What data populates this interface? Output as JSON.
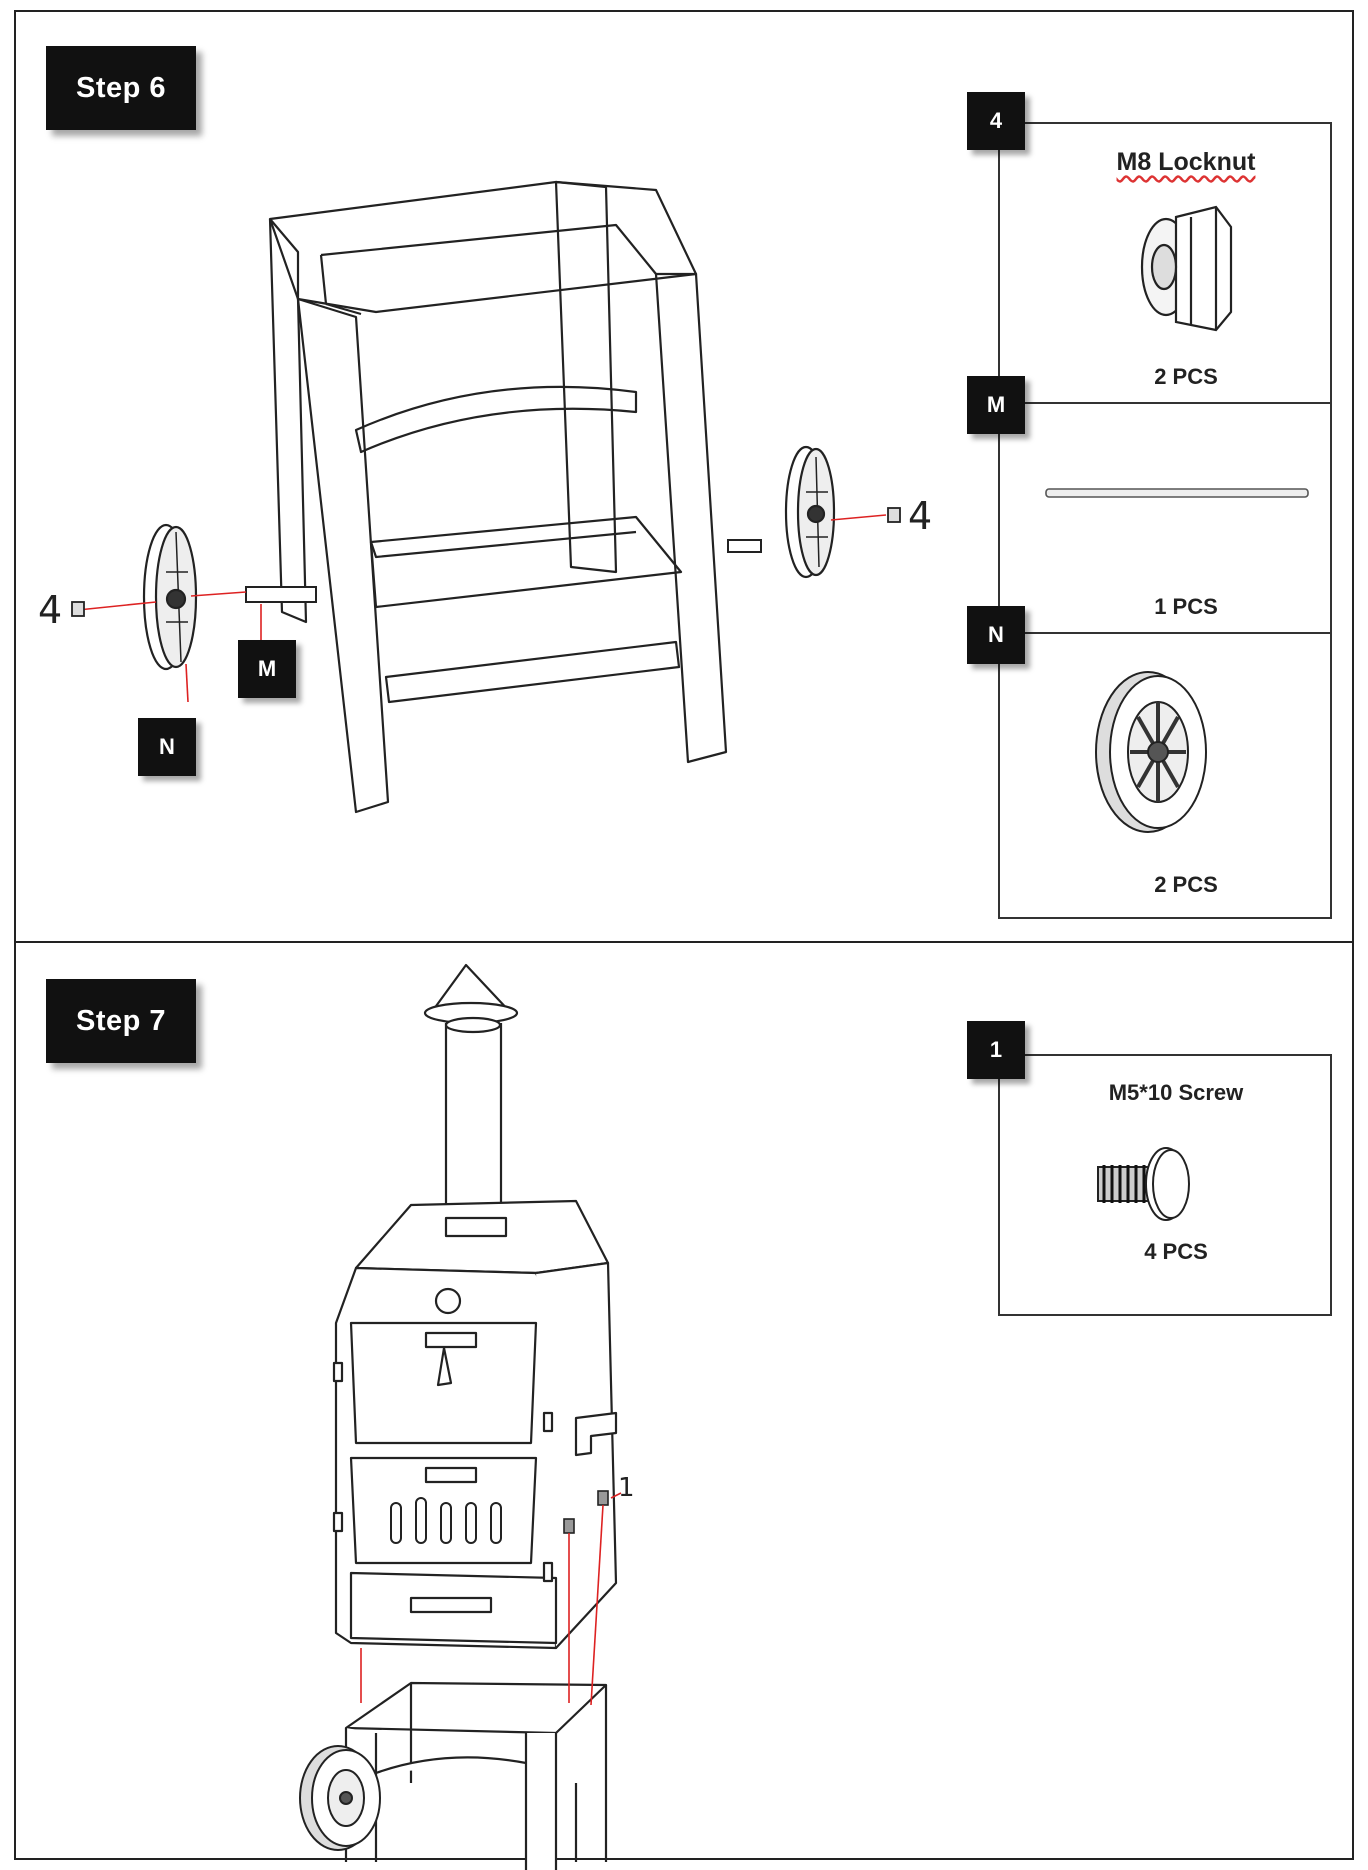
{
  "step6": {
    "badge": "Step 6",
    "callouts": {
      "left_nut": "4",
      "right_nut": "4",
      "axle": "M",
      "wheel": "N"
    },
    "parts": [
      {
        "tag": "4",
        "name": "M8 Locknut",
        "qty": "2 PCS",
        "icon": "locknut-icon"
      },
      {
        "tag": "M",
        "name": "",
        "qty": "1 PCS",
        "icon": "axle-rod-icon"
      },
      {
        "tag": "N",
        "name": "",
        "qty": "2 PCS",
        "icon": "wheel-icon"
      }
    ]
  },
  "step7": {
    "badge": "Step 7",
    "callouts": {
      "screw": "1"
    },
    "parts": [
      {
        "tag": "1",
        "name": "M5*10 Screw",
        "qty": "4 PCS",
        "icon": "screw-icon"
      }
    ]
  }
}
